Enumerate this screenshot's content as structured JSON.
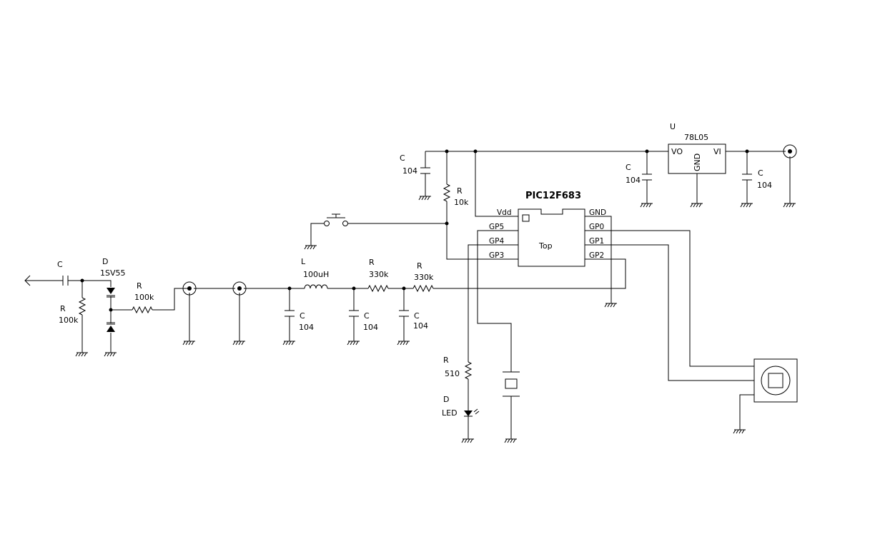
{
  "mcu": {
    "part": "PIC12F683",
    "orientation": "Top",
    "pins": {
      "vdd": "Vdd",
      "gp5": "GP5",
      "gp4": "GP4",
      "gp3": "GP3",
      "gnd": "GND",
      "gp0": "GP0",
      "gp1": "GP1",
      "gp2": "GP2"
    }
  },
  "regulator": {
    "ref": "U",
    "part": "78L05",
    "vo": "VO",
    "gnd": "GND",
    "vi": "VI"
  },
  "components": {
    "c_in": {
      "ref": "C"
    },
    "d_var": {
      "ref": "D",
      "part": "1SV55"
    },
    "r_bias": {
      "ref": "R",
      "value": "100k"
    },
    "r_series": {
      "ref": "R",
      "value": "100k"
    },
    "l1": {
      "ref": "L",
      "value": "100uH"
    },
    "c_f1": {
      "ref": "C",
      "value": "104"
    },
    "c_f2": {
      "ref": "C",
      "value": "104"
    },
    "c_f3": {
      "ref": "C",
      "value": "104"
    },
    "r_f1": {
      "ref": "R",
      "value": "330k"
    },
    "r_f2": {
      "ref": "R",
      "value": "330k"
    },
    "c_vdd": {
      "ref": "C",
      "value": "104"
    },
    "r_pullup": {
      "ref": "R",
      "value": "10k"
    },
    "c_reg_out": {
      "ref": "C",
      "value": "104"
    },
    "c_reg_in": {
      "ref": "C",
      "value": "104"
    },
    "r_led": {
      "ref": "R",
      "value": "510"
    },
    "led": {
      "ref": "D",
      "value": "LED"
    }
  }
}
